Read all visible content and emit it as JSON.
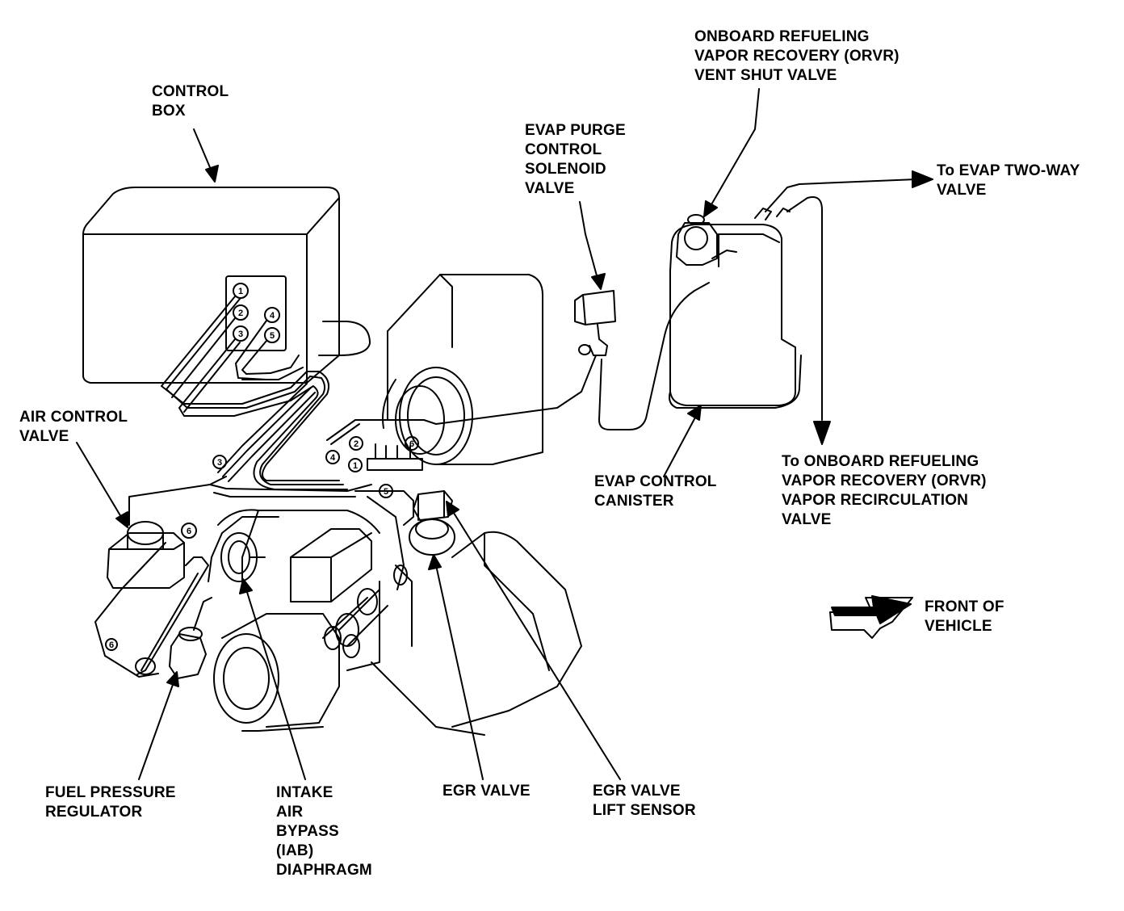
{
  "labels": {
    "control_box": [
      "CONTROL",
      "BOX"
    ],
    "orvr_vent_shut_valve": [
      "ONBOARD REFUELING",
      "VAPOR RECOVERY (ORVR)",
      "VENT SHUT VALVE"
    ],
    "evap_purge_solenoid": [
      "EVAP PURGE",
      "CONTROL",
      "SOLENOID",
      "VALVE"
    ],
    "to_evap_two_way": [
      "To EVAP TWO-WAY",
      "VALVE"
    ],
    "air_control_valve": [
      "AIR CONTROL",
      "VALVE"
    ],
    "evap_canister": [
      "EVAP CONTROL",
      "CANISTER"
    ],
    "to_orvr_recirculation": [
      "To ONBOARD REFUELING",
      "VAPOR RECOVERY (ORVR)",
      "VAPOR RECIRCULATION",
      "VALVE"
    ],
    "front_of_vehicle": [
      "FRONT OF",
      "VEHICLE"
    ],
    "fuel_pressure_regulator": [
      "FUEL PRESSURE",
      "REGULATOR"
    ],
    "iab_diaphragm": [
      "INTAKE",
      "AIR",
      "BYPASS",
      "(IAB)",
      "DIAPHRAGM"
    ],
    "egr_valve": [
      "EGR VALVE"
    ],
    "egr_lift_sensor": [
      "EGR VALVE",
      "LIFT SENSOR"
    ]
  },
  "port_numbers": [
    "1",
    "2",
    "3",
    "4",
    "5",
    "6"
  ],
  "colors": {
    "ink": "#000000",
    "paper": "#ffffff"
  }
}
